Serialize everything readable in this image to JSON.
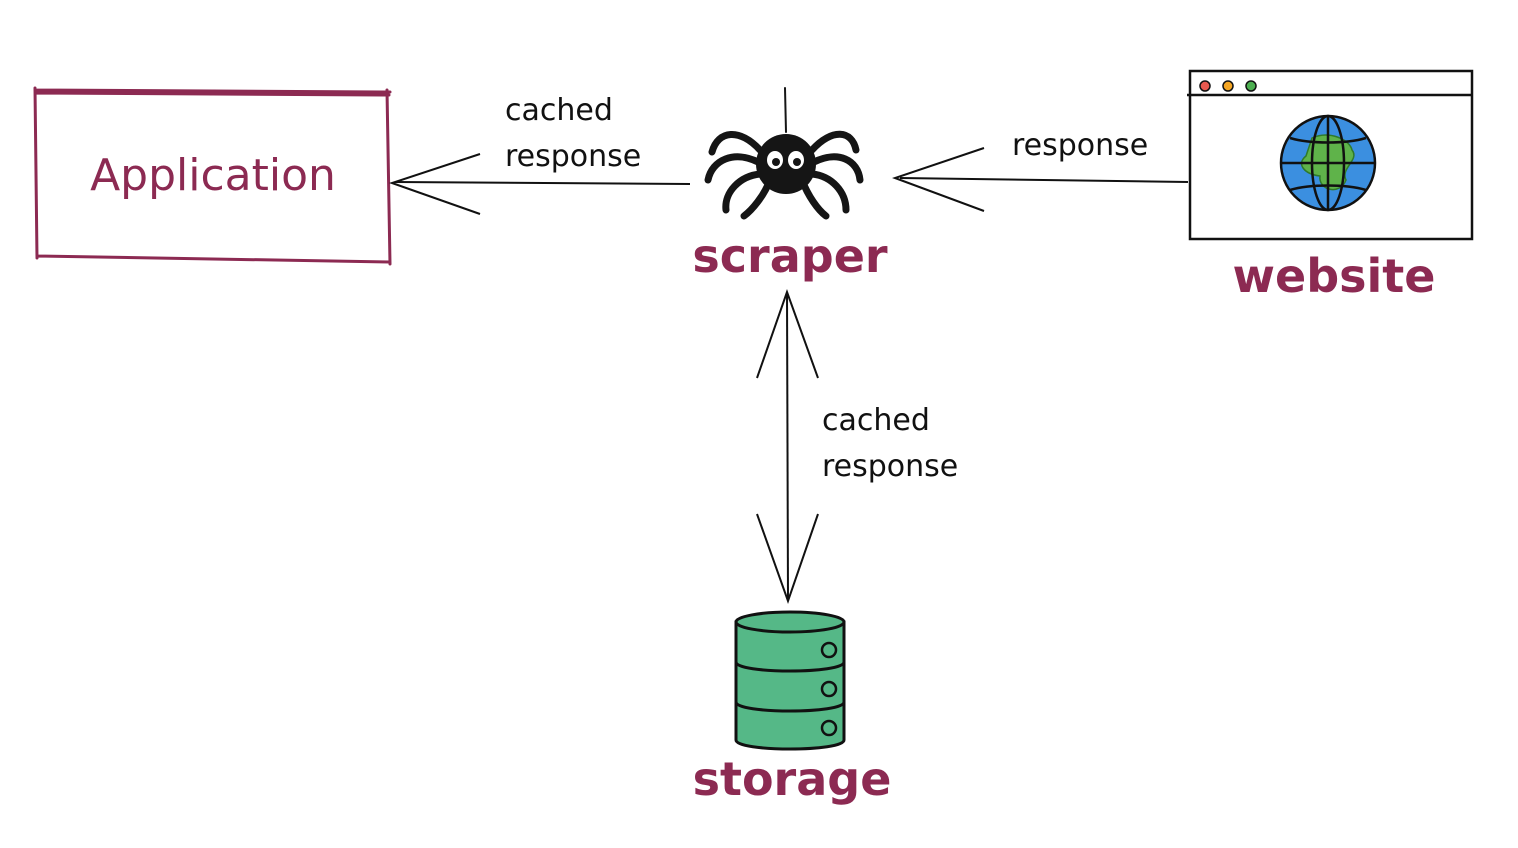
{
  "nodes": {
    "application": {
      "label": "Application"
    },
    "scraper": {
      "label": "scraper"
    },
    "website": {
      "label": "website"
    },
    "storage": {
      "label": "storage"
    }
  },
  "edges": {
    "scraper_to_application": {
      "label_line1": "cached",
      "label_line2": "response"
    },
    "website_to_scraper": {
      "label": "response"
    },
    "scraper_storage": {
      "label_line1": "cached",
      "label_line2": "response"
    }
  },
  "colors": {
    "accent": "#8c2a52",
    "storage_fill": "#55b887",
    "globe_ocean": "#3b8fe0",
    "globe_land": "#5fb34a",
    "dot_red": "#e8594f",
    "dot_orange": "#f5a623",
    "dot_green": "#4caf50"
  }
}
